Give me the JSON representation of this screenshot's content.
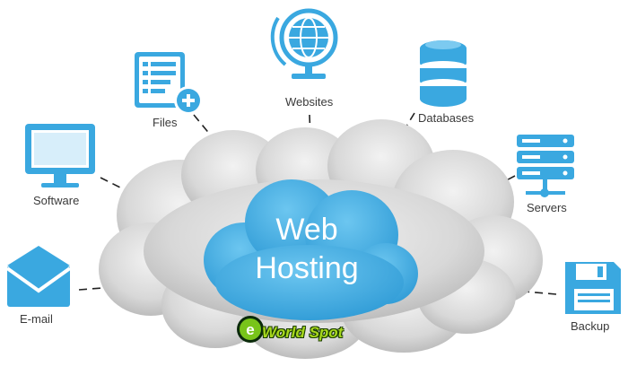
{
  "hub": {
    "line1": "Web",
    "line2": "Hosting"
  },
  "nodes": {
    "files": "Files",
    "websites": "Websites",
    "databases": "Databases",
    "software": "Software",
    "servers": "Servers",
    "email": "E-mail",
    "backup": "Backup"
  },
  "brand": {
    "text": "World Spot",
    "icon_letter": "e"
  },
  "icons": {
    "files": "document-list-icon",
    "websites": "globe-icon",
    "databases": "database-icon",
    "software": "monitor-icon",
    "servers": "server-rack-icon",
    "email": "envelope-icon",
    "backup": "floppy-disk-icon"
  },
  "colors": {
    "icon_blue": "#3aa8e0",
    "hub_blue": "#43aee4",
    "cloud_gray": "#d4d4d4",
    "line": "#222222",
    "brand_green": "#a8d91e"
  }
}
